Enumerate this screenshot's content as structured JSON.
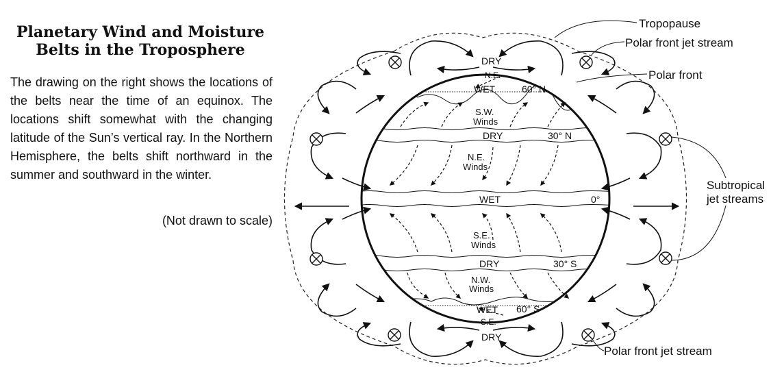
{
  "title_line1": "Planetary Wind and Moisture",
  "title_line2": "Belts in the Troposphere",
  "description": "The drawing on the right shows the locations of the belts near the time of an equinox. The locations shift somewhat with the changing latitude of the Sun’s vertical ray. In the Northern Hemisphere, the belts shift northward in the summer and southward in the winter.",
  "note": "(Not drawn to scale)",
  "belts": {
    "dry_top": "DRY",
    "ne_top": "N.E.",
    "wet_60n": "WET",
    "lat_60n": "60° N",
    "dry_30n": "DRY",
    "lat_30n": "30° N",
    "wet_equator": "WET",
    "lat_0": "0°",
    "dry_30s": "DRY",
    "lat_30s": "30° S",
    "wet_60s": "WET",
    "lat_60s": "60° S",
    "se_bottom": "S.E.",
    "dry_bottom": "DRY"
  },
  "winds": {
    "sw_1": "S.W.",
    "sw_2": "Winds",
    "ne_1": "N.E.",
    "ne_2": "Winds",
    "se_1": "S.E.",
    "se_2": "Winds",
    "nw_1": "N.W.",
    "nw_2": "Winds"
  },
  "callouts": {
    "tropopause": "Tropopause",
    "polar_jet_top": "Polar front jet stream",
    "polar_front": "Polar front",
    "subtropical_1": "Subtropical",
    "subtropical_2": "jet streams",
    "polar_jet_bottom": "Polar front jet stream"
  }
}
